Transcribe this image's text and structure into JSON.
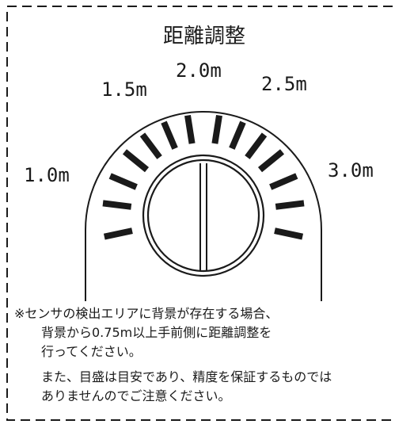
{
  "title": "距離調整",
  "dial": {
    "labels": [
      "1.0m",
      "1.5m",
      "2.0m",
      "2.5m",
      "3.0m"
    ]
  },
  "note": {
    "lines": [
      "※センサの検出エリアに背景が存在する場合、",
      "背景から0.75m以上手前側に距離調整を",
      "行ってください。",
      "また、目盛は目安であり、精度を保証するものでは",
      "ありませんのでご注意ください。"
    ]
  }
}
